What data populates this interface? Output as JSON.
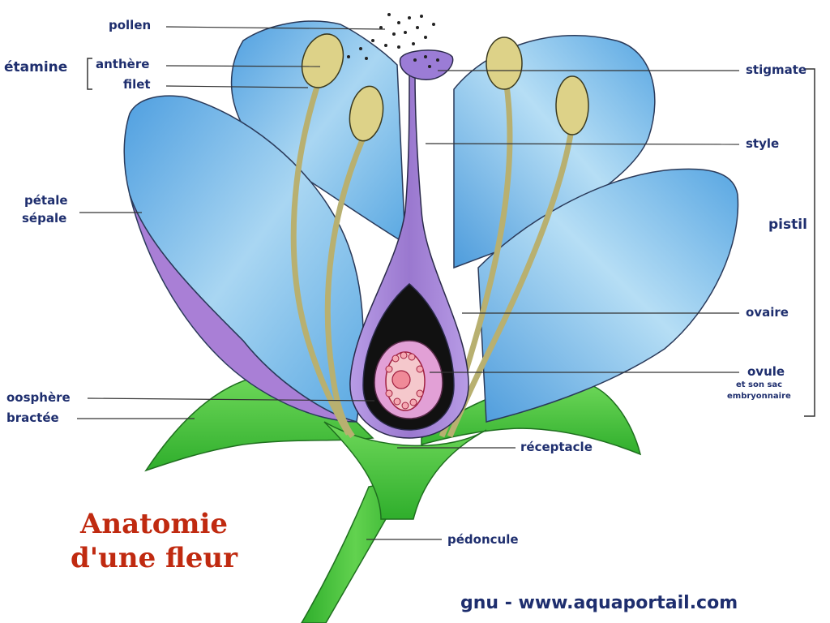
{
  "labels": {
    "pollen": "pollen",
    "etamine": "étamine",
    "anthere": "anthère",
    "filet": "filet",
    "petale": "pétale",
    "sepale": "sépale",
    "oosphere": "oosphère",
    "bractee": "bractée",
    "stigmate": "stigmate",
    "style": "style",
    "pistil": "pistil",
    "ovaire": "ovaire",
    "ovule": "ovule",
    "ovule_sub_1": "et son sac",
    "ovule_sub_2": "embryonnaire",
    "receptacle": "réceptacle",
    "pedoncule": "pédoncule"
  },
  "title": {
    "line1": "Anatomie",
    "line2": "d'une fleur"
  },
  "credit": "gnu - www.aquaportail.com",
  "colors": {
    "petal_blue": "#6aaee0",
    "petal_light": "#bfe0f4",
    "pistil_purple": "#a98ad6",
    "green": "#46c23c",
    "anther_yellow": "#dcd080",
    "label_text": "#1e2e6e",
    "title_red": "#c02a10"
  }
}
